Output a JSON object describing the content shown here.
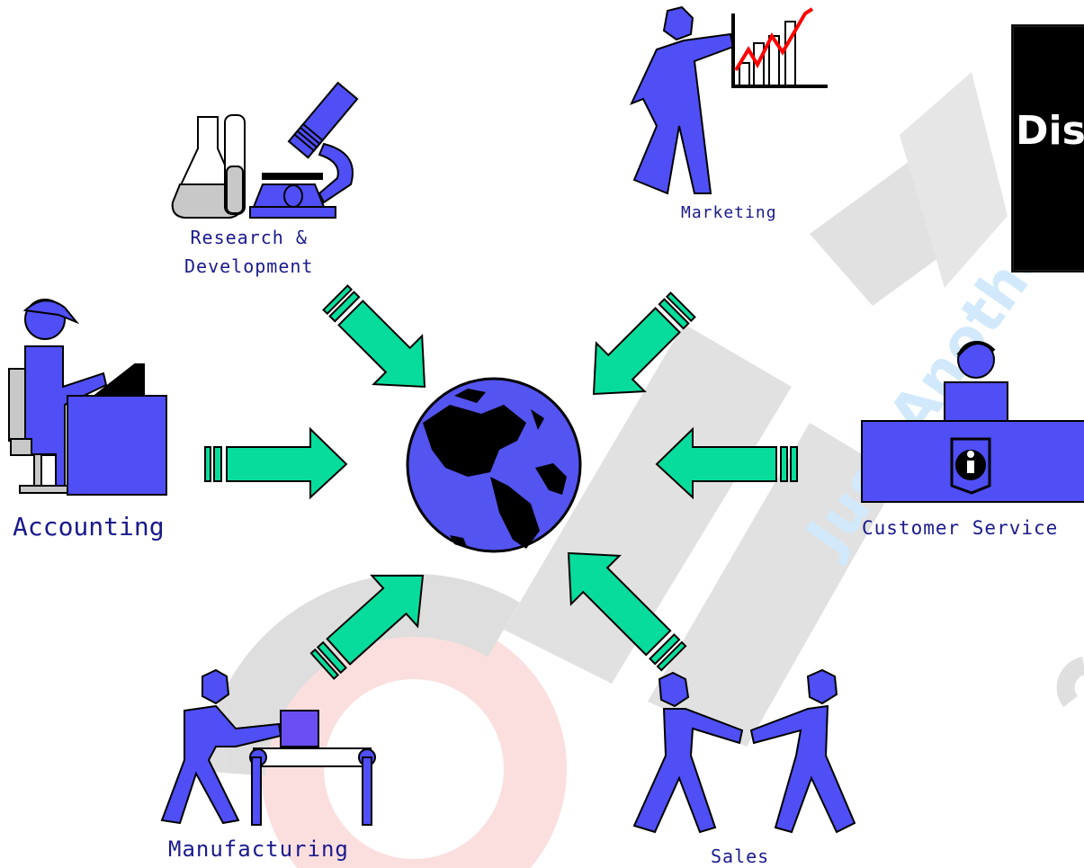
{
  "labels": {
    "accounting": "Accounting",
    "research_line1": "Research &",
    "research_line2": "Development",
    "marketing": "Marketing",
    "customer_service": "Customer Service",
    "manufacturing": "Manufacturing",
    "sales": "Sales"
  },
  "title_box": {
    "text": "Dis"
  },
  "watermark": {
    "text": "ducla",
    "subtext": "Just Another Way"
  },
  "colors": {
    "figure": "#4f4ff5",
    "arrow": "#08dc9c",
    "globe_ocean": "#5454f0",
    "land": "#000000",
    "label": "#1a1a8c",
    "chart_line": "#ff0000",
    "watermark_gray": "#d9d9d9",
    "watermark_red": "#fbdada",
    "watermark_blue": "#c9e6fb"
  }
}
